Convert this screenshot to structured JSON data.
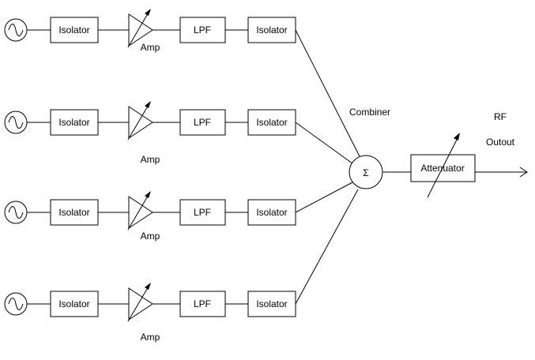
{
  "diagram": {
    "chains": [
      {
        "isolator1": "Isolator",
        "amp": "Amp",
        "lpf": "LPF",
        "isolator2": "Isolator"
      },
      {
        "isolator1": "Isolator",
        "amp": "Amp",
        "lpf": "LPF",
        "isolator2": "Isolator"
      },
      {
        "isolator1": "Isolator",
        "amp": "Amp",
        "lpf": "LPF",
        "isolator2": "Isolator"
      },
      {
        "isolator1": "Isolator",
        "amp": "Amp",
        "lpf": "LPF",
        "isolator2": "Isolator"
      }
    ],
    "combiner_label": "Combiner",
    "combiner_symbol": "Σ",
    "attenuator_label": "Attenuator",
    "output_label_line1": "RF",
    "output_label_line2": "Outout"
  }
}
